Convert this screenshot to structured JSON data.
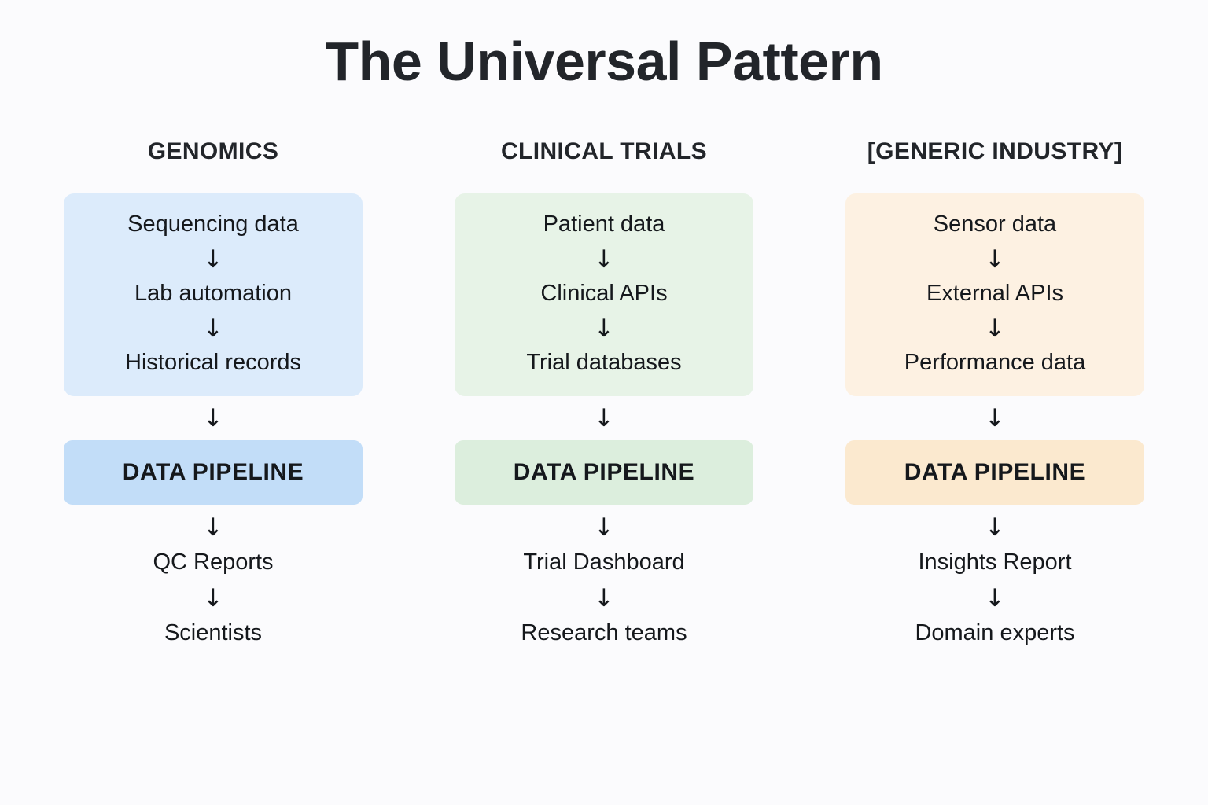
{
  "page": {
    "title": "The Universal Pattern",
    "background_color": "#fbfbfd",
    "text_color": "#15181c",
    "arrow_glyph": "↓"
  },
  "columns": [
    {
      "header": "GENOMICS",
      "source_box_color": "#dcebfb",
      "pipeline_color": "#c2ddf8",
      "sources": [
        "Sequencing data",
        "Lab automation",
        "Historical records"
      ],
      "pipeline_label": "DATA PIPELINE",
      "outputs": [
        "QC Reports",
        "Scientists"
      ]
    },
    {
      "header": "CLINICAL TRIALS",
      "source_box_color": "#e7f3e7",
      "pipeline_color": "#dceedd",
      "sources": [
        "Patient data",
        "Clinical APIs",
        "Trial databases"
      ],
      "pipeline_label": "DATA PIPELINE",
      "outputs": [
        "Trial Dashboard",
        "Research teams"
      ]
    },
    {
      "header": "[GENERIC INDUSTRY]",
      "source_box_color": "#fdf1e2",
      "pipeline_color": "#fbe9cf",
      "sources": [
        "Sensor data",
        "External APIs",
        "Performance data"
      ],
      "pipeline_label": "DATA PIPELINE",
      "outputs": [
        "Insights Report",
        "Domain experts"
      ]
    }
  ]
}
